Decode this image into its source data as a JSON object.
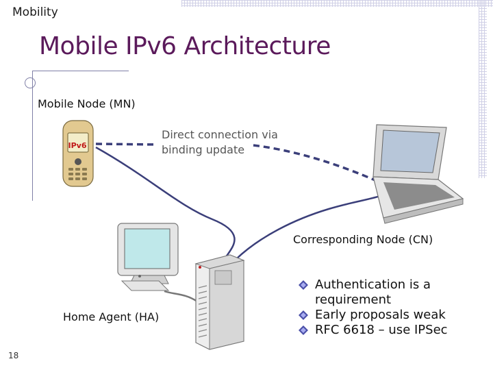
{
  "header": {
    "section": "Mobility",
    "title": "Mobile IPv6 Architecture"
  },
  "diagram": {
    "mobile_node_label": "Mobile Node (MN)",
    "phone_tag": "IPv6",
    "direct_connection_line1": "Direct connection via",
    "direct_connection_line2": "binding update",
    "corresponding_node_label": "Corresponding Node (CN)",
    "home_agent_label": "Home Agent (HA)"
  },
  "bullets": [
    {
      "text": "Authentication is a requirement"
    },
    {
      "text": "Early proposals weak"
    },
    {
      "text": "RFC 6618 – use IPSec"
    }
  ],
  "footer": {
    "page_number": "18"
  },
  "colors": {
    "title": "#5b1a5b",
    "link_line": "#3b3f7a",
    "bullet": "#4a4fa8"
  }
}
